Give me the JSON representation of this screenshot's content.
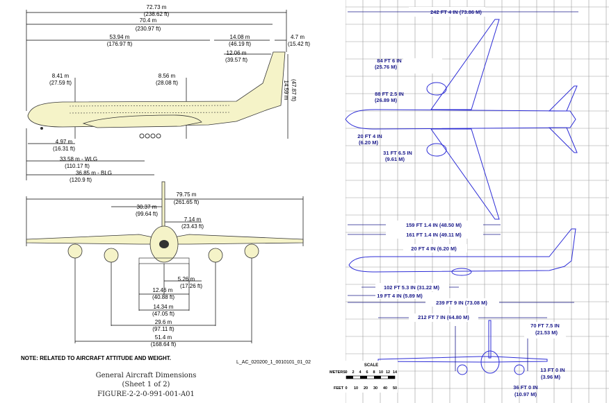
{
  "left": {
    "side": {
      "overall_length": "72.73 m",
      "overall_length_ft": "(238.62 ft)",
      "fuselage_length": "70.4 m",
      "fuselage_length_ft": "(230.97 ft)",
      "d5394": "53.94 m",
      "d5394_ft": "(176.97 ft)",
      "d1408": "14.08 m",
      "d1408_ft": "(46.19 ft)",
      "d1206": "12.06 m",
      "d1206_ft": "(39.57 ft)",
      "d47": "4.7 m",
      "d47_ft": "(15.42 ft)",
      "d841": "8.41 m",
      "d841_ft": "(27.59 ft)",
      "d856": "8.56 m",
      "d856_ft": "(28.08 ft)",
      "height": "14.59 m",
      "height_ft": "(47.87 ft)",
      "d497": "4.97 m",
      "d497_ft": "(16.31 ft)",
      "wlg": "33.58 m - WLG",
      "wlg_ft": "(110.17 ft)",
      "blg": "36.85 m - BLG",
      "blg_ft": "(120.9 ft)"
    },
    "front": {
      "span": "79.75 m",
      "span_ft": "(261.65 ft)",
      "d3037": "30.37 m",
      "d3037_ft": "(99.64 ft)",
      "d714": "7.14 m",
      "d714_ft": "(23.43 ft)",
      "d526": "5.26 m",
      "d526_ft": "(17.26 ft)",
      "d1246": "12.46 m",
      "d1246_ft": "(40.88 ft)",
      "d1434": "14.34 m",
      "d1434_ft": "(47.05 ft)",
      "d296": "29.6 m",
      "d296_ft": "(97.11 ft)",
      "d514": "51.4 m",
      "d514_ft": "(168.64 ft)"
    },
    "note": "NOTE: RELATED TO AIRCRAFT ATTITUDE AND WEIGHT.",
    "ref": "L_AC_020200_1_0010101_01_02",
    "caption1": "General Aircraft Dimensions",
    "caption2": "(Sheet 1 of 2)",
    "caption3": "FIGURE-2-2-0-991-001-A01"
  },
  "right": {
    "top": {
      "span": "242 FT 4 IN (73.86 M)",
      "a1": "84 FT 6 IN",
      "a1m": "(25.76 M)",
      "a2": "88 FT 2.5 IN",
      "a2m": "(26.89 M)",
      "a3": "20 FT 4 IN",
      "a3m": "(6.20 M)",
      "a4": "31 FT 6.5 IN",
      "a4m": "(9.61 M)"
    },
    "side": {
      "s1": "159 FT 1.4 IN (48.50 M)",
      "s2": "161 FT 1.4 IN (49.11 M)",
      "s3": "20 FT 4 IN (6.20 M)",
      "s4": "102 FT 5.3 IN (31.22 M)",
      "s5": "19 FT 4 IN (5.89 M)",
      "s6": "239 FT 9 IN (73.08 M)"
    },
    "front": {
      "f1": "212 FT 7 IN (64.80 M)",
      "f2": "70 FT 7.5 IN",
      "f2m": "(21.53 M)",
      "f3": "13 FT 0 IN",
      "f3m": "(3.96 M)",
      "f4": "36 FT 0 IN",
      "f4m": "(10.97 M)"
    },
    "scale": {
      "title": "SCALE",
      "meters": "METERS",
      "feet": "FEET",
      "meter_ticks": [
        "0",
        "2",
        "4",
        "6",
        "8",
        "10",
        "12",
        "14"
      ],
      "feet_ticks": [
        "0",
        "10",
        "20",
        "30",
        "40",
        "50"
      ]
    }
  }
}
